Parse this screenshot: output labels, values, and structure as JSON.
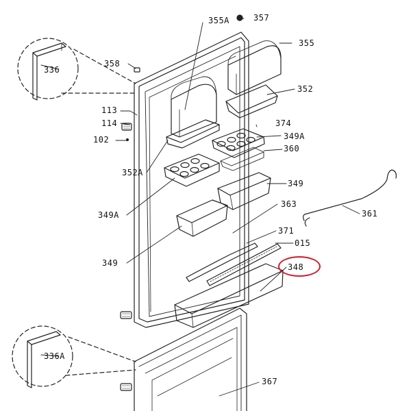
{
  "diagram": {
    "labels": {
      "l355A": "355A",
      "l357": "357",
      "l355": "355",
      "l336": "336",
      "l358": "358",
      "l352": "352",
      "l113": "113",
      "l114": "114",
      "l102": "102",
      "l374": "374",
      "l349A_right": "349A",
      "l360": "360",
      "l352A": "352A",
      "l349": "349",
      "l349A_left": "349A",
      "l363": "363",
      "l361": "361",
      "l371": "371",
      "l015": "015",
      "l349_left": "349",
      "l348": "348",
      "l336A": "336A",
      "l367": "367"
    },
    "highlight_color": "#d11a2a"
  }
}
